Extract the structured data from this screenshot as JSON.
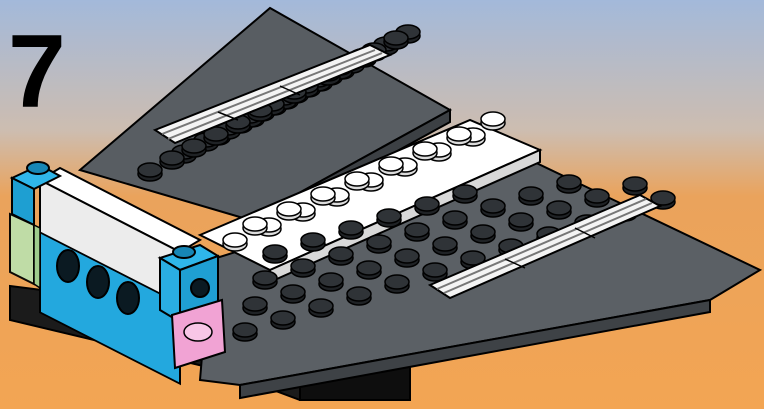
{
  "step": {
    "number": "7"
  },
  "background": {
    "top_color": "#9fb7dc",
    "bottom_color": "#f2a253"
  },
  "colors": {
    "wing_dark_gray": "#5d6266",
    "stud_dark": "#2b2f33",
    "white_brick": "#ffffff",
    "blue_brick": "#25a9dd",
    "green_trans": "#b9dca7",
    "pink_trans": "#ee9fd0",
    "black_base": "#1a1a1a",
    "outline": "#000000"
  },
  "model": {
    "parts": [
      {
        "name": "back-wing",
        "color": "wing_dark_gray"
      },
      {
        "name": "front-wing",
        "color": "wing_dark_gray"
      },
      {
        "name": "center-white-plate",
        "color": "white_brick"
      },
      {
        "name": "white-brick-1x4",
        "color": "white_brick"
      },
      {
        "name": "blue-technic-brick",
        "color": "blue_brick"
      },
      {
        "name": "green-transparent-brick",
        "color": "green_trans"
      },
      {
        "name": "pink-transparent-brick",
        "color": "pink_trans"
      },
      {
        "name": "white-grille-tiles",
        "color": "white_brick"
      },
      {
        "name": "black-base-plate",
        "color": "black_base"
      }
    ]
  }
}
